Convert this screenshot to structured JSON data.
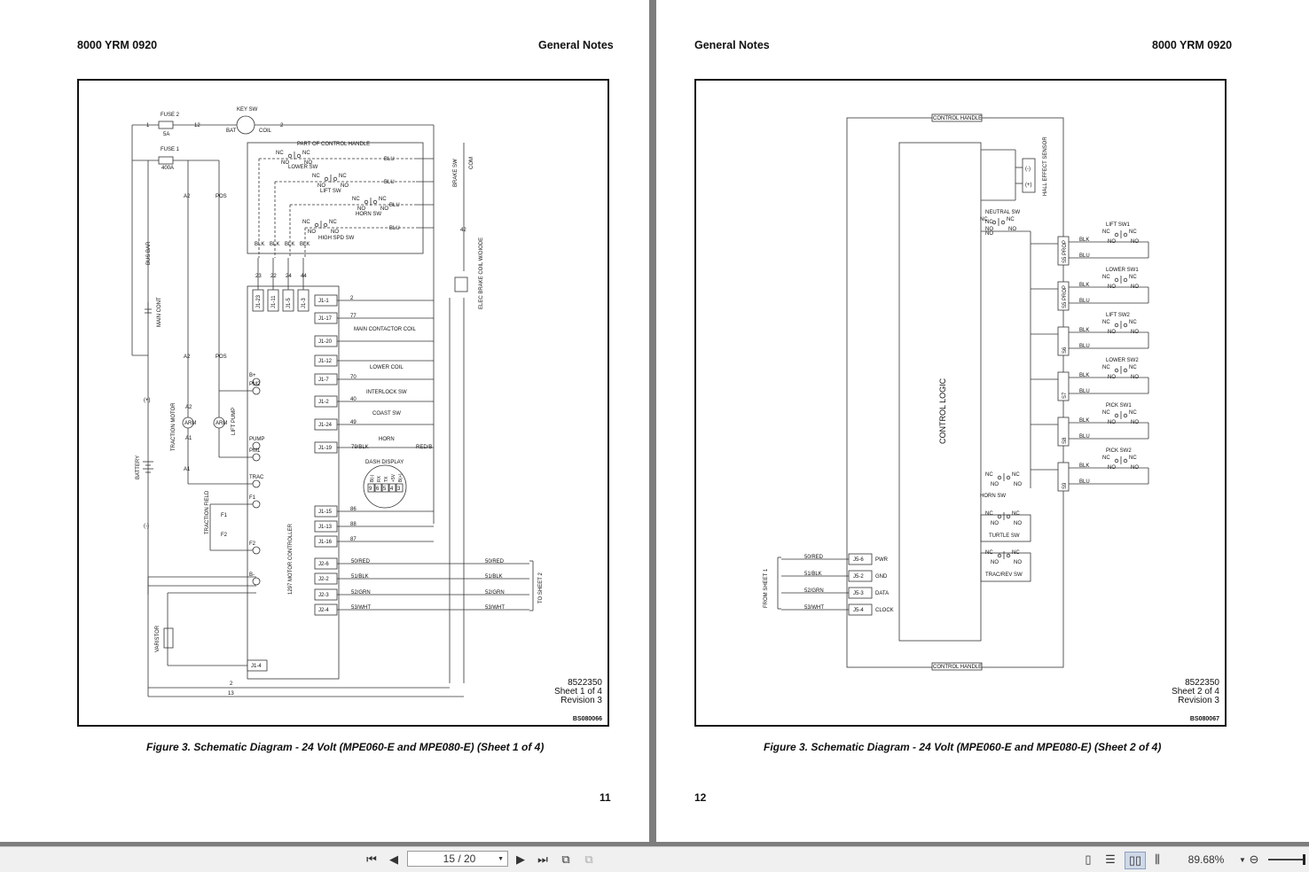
{
  "left_page": {
    "header_left": "8000 YRM 0920",
    "header_right": "General Notes",
    "drawing_number": "8522350",
    "sheet": "Sheet 1 of 4",
    "revision": "Revision 3",
    "code": "BS080066",
    "caption": "Figure 3. Schematic Diagram - 24 Volt (MPE060-E and MPE080-E) (Sheet 1 of 4)",
    "page_number": "11",
    "labels": {
      "fuse2": "FUSE 2",
      "fuse2_rating": "5A",
      "fuse1": "FUSE 1",
      "fuse1_rating": "400A",
      "key_sw": "KEY SW",
      "bat": "BAT",
      "coil": "COIL",
      "part_of_control_handle": "PART OF CONTROL HANDLE",
      "lower_sw": "LOWER SW",
      "lift_sw": "LIFT SW",
      "horn_sw": "HORN SW",
      "high_spd_sw": "HIGH SPD SW",
      "nc": "NC",
      "no": "NO",
      "blu": "BLU",
      "blk": "BLK",
      "brake_sw": "BRAKE SW",
      "com": "COM",
      "elec_brake_coil": "ELEC BRAKE COIL W/DIODE",
      "bus_bar": "BUS BAR",
      "main_cont": "MAIN CONT",
      "a2": "A2",
      "pos": "POS",
      "a1": "A1",
      "traction_motor": "TRACTION MOTOR",
      "lift_pump": "LIFT PUMP",
      "arm": "ARM",
      "battery": "BATTERY",
      "plus": "(+)",
      "minus": "(-)",
      "traction_field": "TRACTION FIELD",
      "f1": "F1",
      "f2": "F2",
      "varistor": "VARISTOR",
      "motor_controller": "1297 MOTOR CONTROLLER",
      "b_plus": "B+",
      "pm2": "PM2",
      "pump": "PUMP",
      "pm1": "PM1",
      "trac": "TRAC",
      "b_minus": "B-",
      "main_contactor_coil": "MAIN CONTACTOR COIL",
      "lower_coil": "LOWER COIL",
      "interlock_sw": "INTERLOCK SW",
      "coast_sw": "COAST SW",
      "horn": "HORN",
      "dash_display": "DASH DISPLAY",
      "to_sheet_2": "TO SHEET 2",
      "w_50": "50/RED",
      "w_51": "51/BLK",
      "w_52": "52/GRN",
      "w_53": "53/WHT",
      "w_79": "79/BLK",
      "red_b": "RED/B"
    },
    "j1_top": [
      "J1-23",
      "J1-11",
      "J1-5",
      "J1-3"
    ],
    "j1_top_wires": [
      "23",
      "22",
      "24",
      "44"
    ],
    "j1_pins": [
      "J1-1",
      "J1-17",
      "J1-20",
      "J1-12",
      "J1-7",
      "J1-2",
      "J1-24",
      "J1-19",
      "J1-15",
      "J1-13",
      "J1-16"
    ],
    "j2_pins": [
      "J2-6",
      "J2-2",
      "J2-3",
      "J2-4"
    ],
    "j1_4": "J1-4",
    "dash_pins": [
      "B(-)",
      "RX",
      "TX",
      "+5V",
      "B(+)"
    ],
    "dash_nums": [
      "9",
      "6",
      "5",
      "4",
      "3"
    ],
    "wire_nums": {
      "w1": "1",
      "w2": "2",
      "w12": "12",
      "w13": "13",
      "w40": "40",
      "w42": "42",
      "w49": "49",
      "w70": "70",
      "w77": "77",
      "w86": "86",
      "w87": "87",
      "w88": "88"
    }
  },
  "right_page": {
    "header_left": "General Notes",
    "header_right": "8000 YRM 0920",
    "drawing_number": "8522350",
    "sheet": "Sheet 2 of 4",
    "revision": "Revision 3",
    "code": "BS080067",
    "caption": "Figure 3. Schematic Diagram - 24 Volt (MPE060-E and MPE080-E) (Sheet 2 of 4)",
    "page_number": "12",
    "labels": {
      "control_handle": "CONTROL HANDLE",
      "control_logic": "CONTROL LOGIC",
      "hall_effect_sensor": "HALL EFFECT SENSOR",
      "neutral_sw": "NEUTRAL SW",
      "horn_sw": "HORN SW",
      "turtle_sw": "TURTLE SW",
      "trac_rev_sw": "TRAC/REV SW",
      "from_sheet_1": "FROM SHEET 1",
      "nc": "NC",
      "no": "NO",
      "blk": "BLK",
      "blu": "BLU",
      "minus": "(-)",
      "plus": "(+)"
    },
    "switches": [
      "LIFT SW1",
      "LOWER SW1",
      "LIFT SW2",
      "LOWER SW2",
      "PICK SW1",
      "PICK SW2"
    ],
    "sensors": [
      "S5 PROP",
      "S5 PROP",
      "S6",
      "S7",
      "S8",
      "S9"
    ],
    "j5": [
      {
        "wire": "50/RED",
        "pin": "J5-6",
        "sig": "PWR"
      },
      {
        "wire": "51/BLK",
        "pin": "J5-2",
        "sig": "GND"
      },
      {
        "wire": "52/GRN",
        "pin": "J5-3",
        "sig": "DATA"
      },
      {
        "wire": "53/WHT",
        "pin": "J5-4",
        "sig": "CLOCK"
      }
    ]
  },
  "toolbar": {
    "page_value": "15 / 20",
    "zoom": "89.68%",
    "icons": [
      "first-page-icon",
      "prev-page-icon",
      "next-page-icon",
      "last-page-icon",
      "go-back-icon",
      "go-forward-icon",
      "single-page-icon",
      "continuous-icon",
      "facing-icon",
      "continuous-facing-icon",
      "zoom-out-icon",
      "zoom-slider"
    ]
  }
}
